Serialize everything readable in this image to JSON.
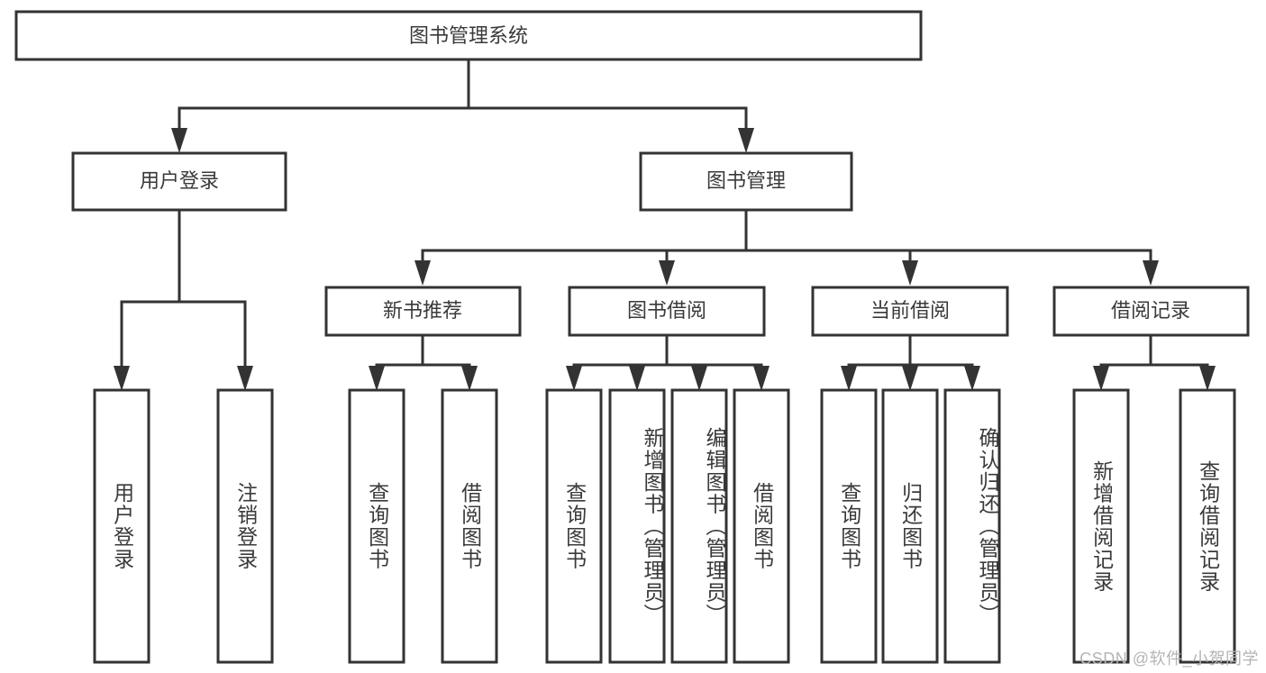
{
  "diagram": {
    "title": "图书管理系统",
    "watermark": "CSDN @软件_小贺同学",
    "stroke_color": "#333333",
    "text_color": "#3a3a3a",
    "background_color": "#ffffff",
    "type": "tree-hierarchy-diagram",
    "levels": 4
  },
  "root": {
    "label": "图书管理系统"
  },
  "level2": [
    {
      "label": "用户登录"
    },
    {
      "label": "图书管理"
    }
  ],
  "level3": [
    {
      "label": "新书推荐"
    },
    {
      "label": "图书借阅"
    },
    {
      "label": "当前借阅"
    },
    {
      "label": "借阅记录"
    }
  ],
  "leaves": {
    "user_login": [
      {
        "label": "用户登录"
      },
      {
        "label": "注销登录"
      }
    ],
    "new_book": [
      {
        "label": "查询图书"
      },
      {
        "label": "借阅图书"
      }
    ],
    "book_borrow": [
      {
        "label": "查询图书"
      },
      {
        "label": "新增图书（管理员）"
      },
      {
        "label": "编辑图书（管理员）"
      },
      {
        "label": "借阅图书"
      }
    ],
    "current_borrow": [
      {
        "label": "查询图书"
      },
      {
        "label": "归还图书"
      },
      {
        "label": "确认归还（管理员）"
      }
    ],
    "borrow_record": [
      {
        "label": "新增借阅记录"
      },
      {
        "label": "查询借阅记录"
      }
    ]
  }
}
